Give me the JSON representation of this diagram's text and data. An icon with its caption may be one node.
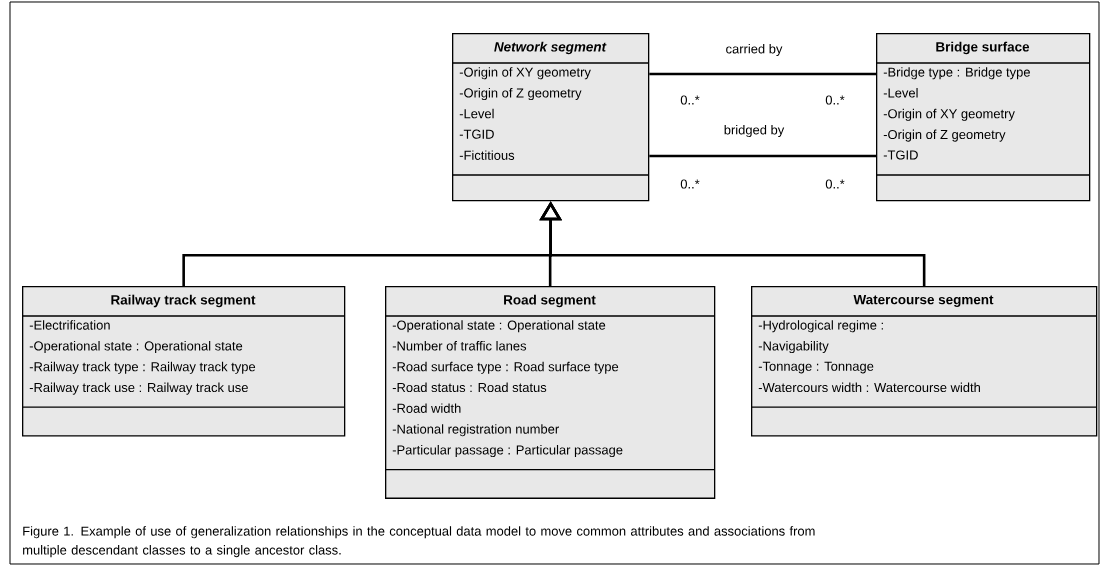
{
  "diagram": {
    "caption": "Figure 1. Example of use of generalization relationships in the conceptual data model to move common attributes and associations from multiple descendant classes to a single ancestor class.",
    "nodes": [
      {
        "text": [
          "Network segment",
          "-Origin of XY geometry",
          "-Origin of Z geometry",
          "-Level",
          "-TGID",
          "-Fictitious"
        ]
      },
      {
        "text": [
          "Bridge surface",
          "-Bridge type : Bridge type",
          "-Level",
          "-Origin of XY geometry",
          "-Origin of Z geometry",
          "-TGID"
        ]
      },
      {
        "text": [
          "Railway track segment",
          "-Electrification",
          "-Operational state : Operational state",
          "-Railway track type : Railway track type",
          "-Railway track use : Railway track use"
        ]
      },
      {
        "text": [
          "Road segment",
          "-Operational state : Operational state",
          "-Number of traffic lanes",
          "-Road surface type : Road surface type",
          "-Road status : Road status",
          "-Road width",
          "-National registration number",
          "-Particular passage : Particular passage"
        ]
      },
      {
        "text": [
          "Watercourse segment",
          "-Hydrological regime :",
          "-Navigability",
          "-Tonnage : Tonnage",
          "-Watercours width : Watercourse width"
        ]
      }
    ],
    "edges": [
      {
        "from": 0,
        "to": 1,
        "arrow": "none",
        "label": "carried by"
      },
      {
        "from": 0,
        "to": 1,
        "arrow": "none",
        "label": "bridged by"
      },
      {
        "from": 2,
        "to": 0,
        "arrow": "to"
      },
      {
        "from": 3,
        "to": 0,
        "arrow": "to"
      },
      {
        "from": 4,
        "to": 0,
        "arrow": "to"
      }
    ],
    "labels": [
      "0..*",
      "0..*",
      "0..*",
      "0..*"
    ]
  }
}
